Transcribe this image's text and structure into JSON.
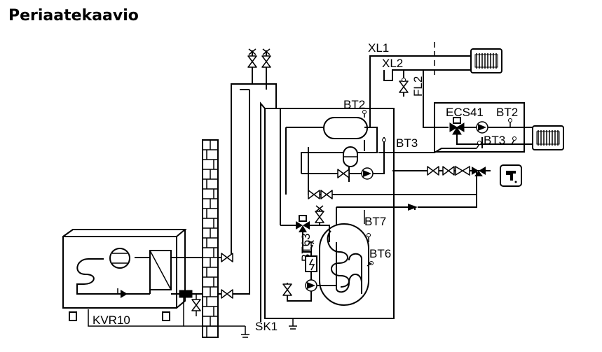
{
  "title": "Periaatekaavio",
  "labels": {
    "xl1": "XL1",
    "xl2": "XL2",
    "fl2": "FL2",
    "bt2_tank": "BT2",
    "bt3_tank": "BT3",
    "ecs41": "ECS41",
    "bt2_ecs": "BT2",
    "bt3_ecs": "BT3",
    "bt7": "BT7",
    "bt6": "BT6",
    "bt63": "BT63",
    "sk1": "SK1",
    "kvr10": "KVR10"
  },
  "icons": [
    "radiator-icon",
    "shutoff-valve-icon",
    "shunt-valve-icon",
    "circulation-pump-icon",
    "check-valve-icon",
    "faucet-icon",
    "compressor-icon",
    "heat-exchanger-icon",
    "electric-heater-icon",
    "drain-icon",
    "air-vent-icon",
    "filter-icon",
    "wall-icon"
  ],
  "colors": {
    "line": "#000000",
    "background": "#ffffff"
  }
}
